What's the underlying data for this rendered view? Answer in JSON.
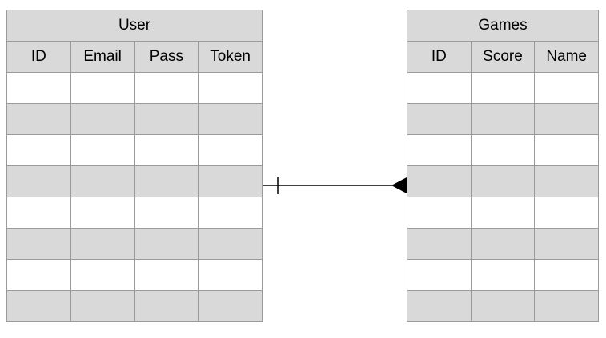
{
  "tables": [
    {
      "title": "User",
      "columns": [
        "ID",
        "Email",
        "Pass",
        "Token"
      ],
      "row_count": 8
    },
    {
      "title": "Games",
      "columns": [
        "ID",
        "Score",
        "Name"
      ],
      "row_count": 8
    }
  ],
  "relationship": {
    "from_table": "User",
    "to_table": "Games",
    "from_end": "one",
    "to_end": "arrow",
    "line_color": "#000000"
  },
  "colors": {
    "header_fill": "#d9d9d9",
    "alt_row_fill": "#d9d9d9",
    "row_fill": "#ffffff",
    "border": "#9a9a9a"
  }
}
